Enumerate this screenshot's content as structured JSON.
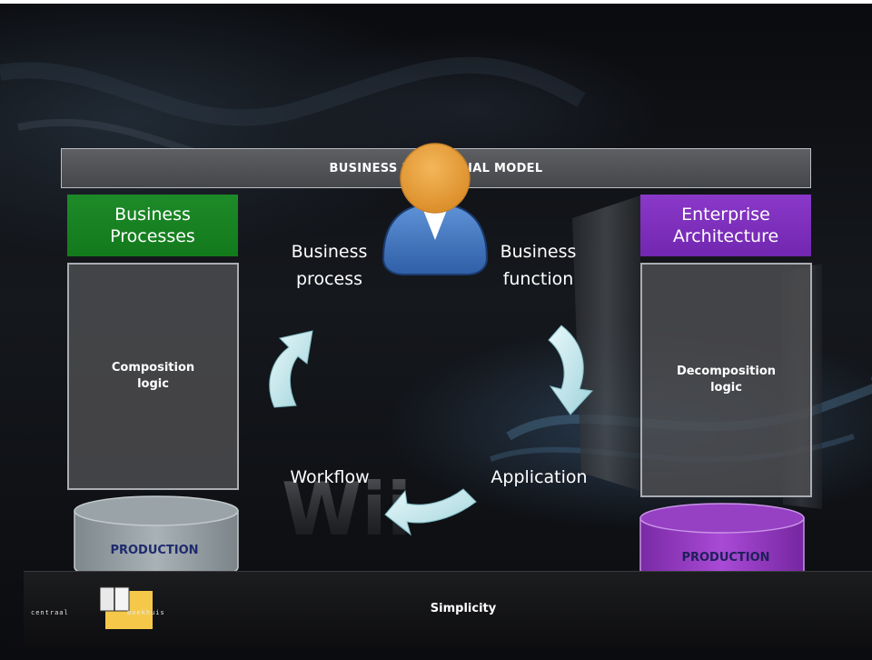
{
  "diagram": {
    "top_bar": "BUSINESS FUNCTIONAL MODEL",
    "left_header": {
      "line1": "Business",
      "line2": "Processes"
    },
    "right_header": {
      "line1": "Enterprise",
      "line2": "Architecture"
    },
    "left_panel": {
      "line1": "Composition",
      "line2": "logic"
    },
    "right_panel": {
      "line1": "Decomposition",
      "line2": "logic"
    },
    "left_store": "PRODUCTION",
    "right_store": "PRODUCTION",
    "cycle": {
      "business_process": {
        "line1": "Business",
        "line2": "process"
      },
      "business_function": {
        "line1": "Business",
        "line2": "function"
      },
      "workflow": "Workflow",
      "application": "Application"
    },
    "footer": "Simplicity",
    "background_text": "Wii"
  },
  "logo": {
    "part1": "centraal",
    "part2": "boekhuis"
  },
  "colors": {
    "green_header": "#1d8a28",
    "purple_header": "#8a38c8",
    "grey_cylinder": "#a3acb0",
    "purple_cylinder": "#9b3fc4",
    "arrow": "#cfecef",
    "person_body": "#3d74bd",
    "person_head": "#e7a13c",
    "logo_yellow": "#f5c84a"
  },
  "icons": [
    "person-icon",
    "cycle-arrow-icon",
    "database-icon"
  ]
}
